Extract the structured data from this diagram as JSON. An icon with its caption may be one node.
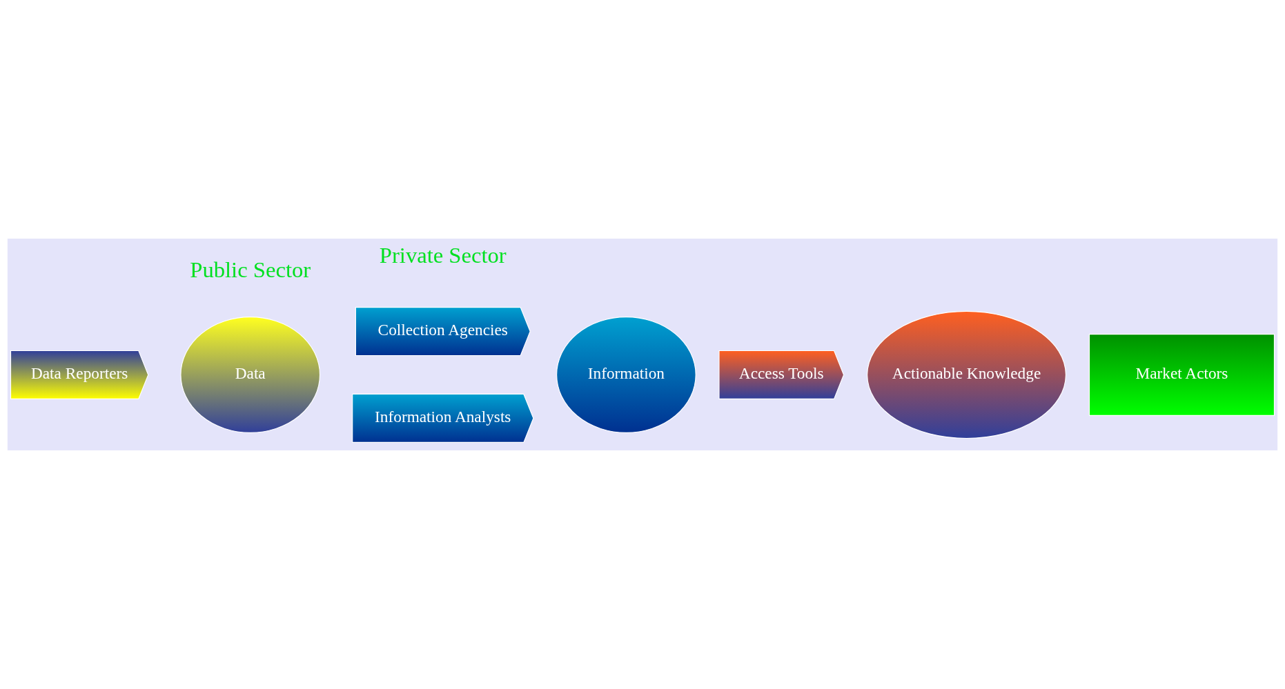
{
  "diagram": {
    "nodes": [
      {
        "text": [
          "Data Reporters"
        ]
      },
      {
        "text": [
          "Data"
        ]
      },
      {
        "text": [
          "Collection Agencies"
        ]
      },
      {
        "text": [
          "Information Analysts"
        ]
      },
      {
        "text": [
          "Information"
        ]
      },
      {
        "text": [
          "Access Tools"
        ]
      },
      {
        "text": [
          "Actionable Knowledge"
        ]
      },
      {
        "text": [
          "Market Actors"
        ]
      }
    ],
    "edges": [],
    "labels": [
      "Private Sector",
      "Public Sector"
    ]
  }
}
